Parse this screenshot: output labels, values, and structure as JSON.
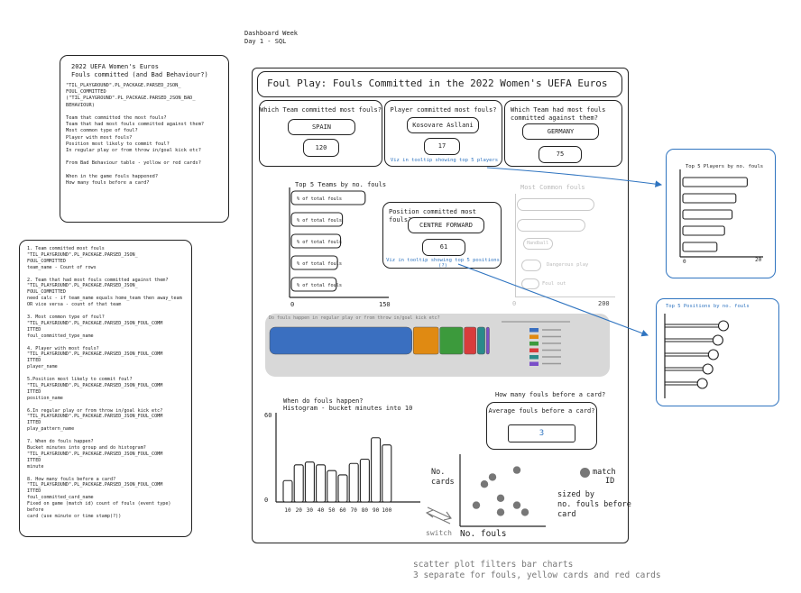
{
  "header": {
    "line1": "Dashboard Week",
    "line2": "Day 1 - SQL"
  },
  "notes_top": {
    "title_line1": "2022 UEFA Women's Euros",
    "title_line2": "Fouls committed (and Bad Behaviour?)",
    "body": "\"TIL_PLAYGROUND\".PL_PACKAGE.PARSED_JSON_\nFOUL_COMMITTED\n(\"TIL_PLAYGROUND\".PL_PACKAGE.PARSED_JSON_BAD_\nBEHAVIOUR)\n\nTeam that committed the most fouls?\nTeam that had most fouls committed against them?\nMost common type of foul?\nPlayer with most fouls?\nPosition most likely to commit foul?\nIn regular play or from throw in/goal kick etc?\n\nFrom Bad Behaviour table - yellow or red cards?\n\nWhen in the game fouls happened?\nHow many fouls before a card?"
  },
  "notes_left": {
    "body": "1. Team committed most fouls\n\"TIL_PLAYGROUND\".PL_PACKAGE.PARSED_JSON_\nFOUL_COMMITTED\nteam_name - Count of rows\n\n2. Team that had most fouls committed against them?\n\"TIL_PLAYGROUND\".PL_PACKAGE.PARSED_JSON_\nFOUL_COMMITTED\nneed calc - if team_name equals home_team then away_team\nOR vice versa - count of that team\n\n3. Most common type of foul?\n\"TIL_PLAYGROUND\".PL_PACKAGE.PARSED_JSON_FOUL_COMM\nITTED\nfoul_committed_type_name\n\n4. Player with most fouls?\n\"TIL_PLAYGROUND\".PL_PACKAGE.PARSED_JSON_FOUL_COMM\nITTED\nplayer_name\n\n5.Position most likely to commit foul?\n\"TIL_PLAYGROUND\".PL_PACKAGE.PARSED_JSON_FOUL_COMM\nITTED\nposition_name\n\n6.In regular play or from throw in/goal kick etc?\n\"TIL_PLAYGROUND\".PL_PACKAGE.PARSED_JSON_FOUL_COMM\nITTED\nplay_pattern_name\n\n7. When do fouls happen?\nBucket minutes into group and do histogram?\n\"TIL_PLAYGROUND\".PL_PACKAGE.PARSED_JSON_FOUL_COMM\nITTED\nminute\n\n8. How many fouls before a card?\n\"TIL_PLAYGROUND\".PL_PACKAGE.PARSED_JSON_FOUL_COMM\nITTED\nfoul_committed_card_name\nFixed on game (match id) count of fouls (event type) before\ncard (use minute or time stamp(?))"
  },
  "dashboard": {
    "title": "Foul Play: Fouls Committed in the 2022 Women's UEFA Euros",
    "kpi_team": {
      "question": "Which Team committed most fouls?",
      "value": "SPAIN",
      "count": "120"
    },
    "kpi_player": {
      "question": "Player committed most fouls?",
      "value": "Kosovare Asllani",
      "count": "17",
      "tooltip_note": "Viz in tooltip showing top 5 players"
    },
    "kpi_against": {
      "question": "Which Team had most fouls committed against them?",
      "value": "GERMANY",
      "count": "75"
    },
    "top5_teams": {
      "title": "Top 5 Teams by no. fouls",
      "bar_label": "% of total fouls",
      "axis_min": "0",
      "axis_max": "150"
    },
    "position": {
      "question": "Position committed most fouls?",
      "value": "CENTRE FORWARD",
      "count": "61",
      "tooltip_note": "Viz in tooltip showing top 5 positions (?)"
    },
    "common_fouls": {
      "title": "Most Common fouls",
      "label_a": "Handball",
      "label_b": "Dangerous play",
      "label_c": "Foul out",
      "axis_min": "0",
      "axis_max": "200"
    },
    "play_pattern": {
      "title": "Do fouls happen in regular play or from throw in/goal kick etc?"
    },
    "histogram": {
      "title_line1": "When do fouls happen?",
      "title_line2": "Histogram - bucket minutes into 10",
      "y_max": "60",
      "y_min": "0"
    },
    "cards": {
      "question": "How many fouls before a card?",
      "inner_title": "Average fouls before a card?",
      "value": "3"
    },
    "scatter": {
      "y_label_line1": "No.",
      "y_label_line2": "cards",
      "x_label": "No. fouls",
      "switch_label": "switch",
      "legend_dot_line1": "match",
      "legend_dot_line2": "ID",
      "legend_size": "sized by\nno. fouls before\ncard"
    }
  },
  "popup_players": {
    "title": "Top 5 Players by no. fouls",
    "axis_min": "0",
    "axis_max": "20"
  },
  "popup_positions": {
    "title": "Top 5 Positions by no. fouls"
  },
  "footer": {
    "line1": "scatter plot filters bar charts",
    "line2": "3 separate for fouls, yellow cards and red cards"
  },
  "chart_data": [
    {
      "type": "bar",
      "orientation": "horizontal",
      "title": "Top 5 Teams by no. fouls",
      "categories": [
        "% of total fouls",
        "% of total fouls",
        "% of total fouls",
        "% of total fouls",
        "% of total fouls"
      ],
      "values": [
        120,
        83,
        80,
        75,
        73
      ],
      "xlim": [
        0,
        150
      ]
    },
    {
      "type": "bar",
      "title": "When do fouls happen? Histogram - bucket minutes into 10",
      "categories": [
        "10",
        "20",
        "30",
        "40",
        "50",
        "60",
        "70",
        "80",
        "90",
        "100"
      ],
      "values": [
        15,
        26,
        28,
        26,
        22,
        19,
        27,
        30,
        45,
        40
      ],
      "ylim": [
        0,
        60
      ]
    },
    {
      "type": "bar",
      "orientation": "horizontal",
      "title": "Top 5 Players by no. fouls",
      "values": [
        17,
        14,
        13,
        11,
        9
      ],
      "xlim": [
        0,
        20
      ]
    },
    {
      "type": "bar",
      "orientation": "horizontal",
      "title": "Top 5 Positions by no. fouls",
      "values": [
        61,
        55,
        50,
        44,
        38
      ]
    },
    {
      "type": "bar",
      "orientation": "horizontal",
      "stacked": true,
      "title": "Do fouls happen in regular play or from throw in/goal kick etc?",
      "values": [
        65,
        12,
        11,
        6,
        4,
        2
      ],
      "colors": [
        "#3a6fc0",
        "#e08a12",
        "#3c9a3c",
        "#d83c3c",
        "#2a8a8a",
        "#7a4fc8"
      ]
    },
    {
      "type": "scatter",
      "xlabel": "No. fouls",
      "ylabel": "No. cards",
      "points": [
        [
          2,
          3
        ],
        [
          3,
          6
        ],
        [
          4,
          7
        ],
        [
          5,
          4
        ],
        [
          5,
          2
        ],
        [
          7,
          8
        ],
        [
          7,
          3
        ],
        [
          8,
          2
        ]
      ]
    }
  ]
}
